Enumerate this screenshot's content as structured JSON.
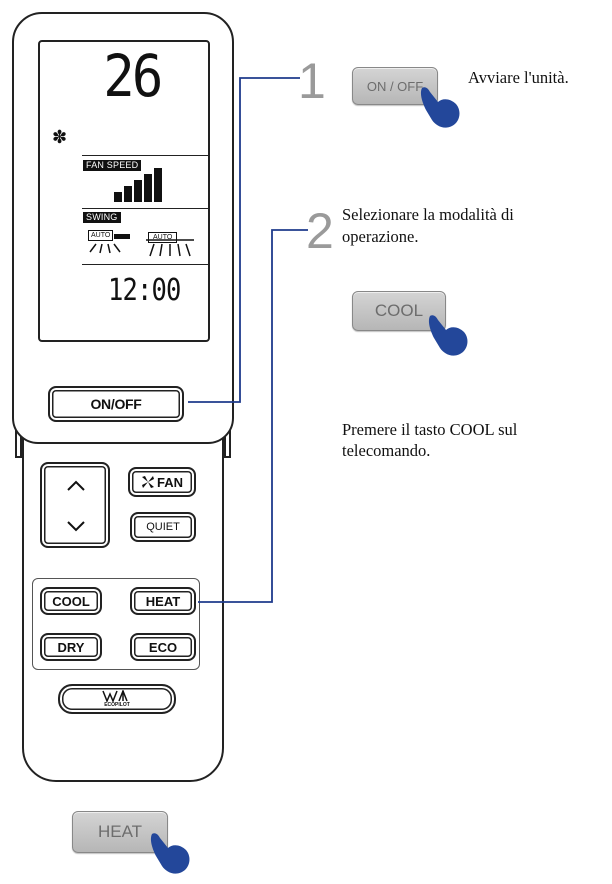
{
  "remote": {
    "display": {
      "temperature": "26",
      "fan_speed_label": "FAN SPEED",
      "swing_label": "SWING",
      "swing_auto_1": "AUTO",
      "swing_auto_2": "AUTO",
      "clock": "12:00"
    },
    "buttons": {
      "on_off": "ON/OFF",
      "fan": "FAN",
      "quiet": "QUIET",
      "cool": "COOL",
      "heat": "HEAT",
      "dry": "DRY",
      "eco": "ECO",
      "ecopilot": "ECOPILOT"
    },
    "icons": {
      "snowflake": "snowflake-icon",
      "up": "chevron-up-icon",
      "down": "chevron-down-icon",
      "fan": "fan-icon",
      "hand": "pointing-hand-icon"
    }
  },
  "steps": [
    {
      "number": "1",
      "button": "ON / OFF",
      "text": "Avviare l'unità."
    },
    {
      "number": "2",
      "text_line1": "Selezionare la modalità di",
      "text_line2": "operazione.",
      "button": "COOL"
    }
  ],
  "note": {
    "line1": "Premere il tasto COOL sul",
    "line2": "telecomando."
  },
  "bottom_button": "HEAT",
  "colors": {
    "connector": "#1f3b8c",
    "hand": "#23479a",
    "gray_button": "#c6c6c6"
  }
}
